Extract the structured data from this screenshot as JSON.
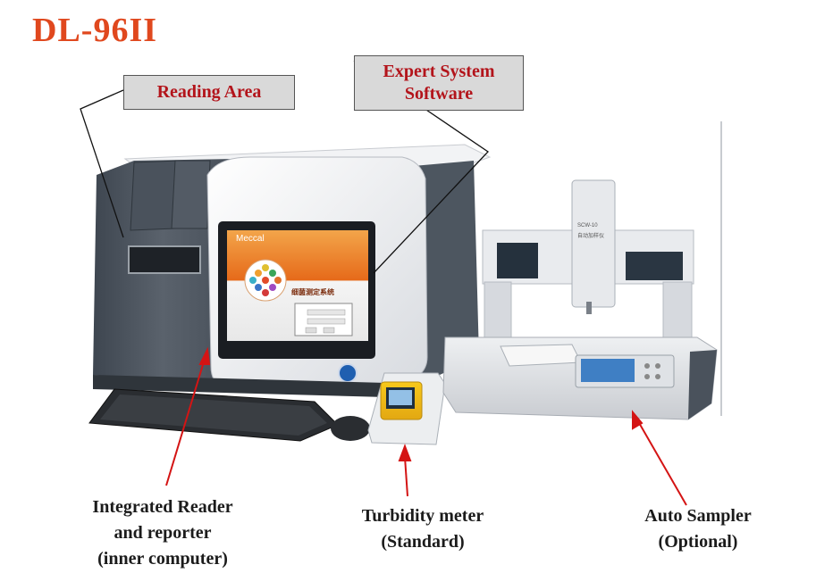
{
  "title": "DL-96II",
  "callouts": {
    "reading_area": "Reading Area",
    "expert_line1": "Expert System",
    "expert_line2": "Software"
  },
  "captions": {
    "reader_line1": "Integrated Reader",
    "reader_line2": "and reporter",
    "reader_line3": "(inner computer)",
    "turbidity_line1": "Turbidity meter",
    "turbidity_line2": "(Standard)",
    "sampler_line1": "Auto Sampler",
    "sampler_line2": "(Optional)"
  },
  "device_text": {
    "brand": "Meccal",
    "sampler_label": "SCW-10",
    "sampler_sublabel": "自动加样仪",
    "software_title": "细菌测定系统"
  },
  "colors": {
    "title": "#e0481e",
    "callout_text": "#b3141b",
    "arrow": "#d41414"
  }
}
